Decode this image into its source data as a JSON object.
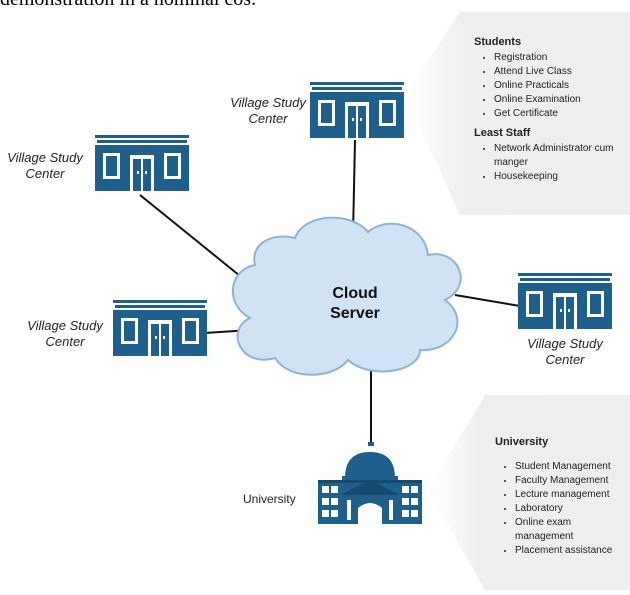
{
  "top_text": "demonstration in a nominal cos.",
  "center": {
    "title_line1": "Cloud",
    "title_line2": "Server"
  },
  "nodes": {
    "top": {
      "line1": "Village Study",
      "line2": "Center"
    },
    "left_upper": {
      "line1": "Village Study",
      "line2": "Center"
    },
    "left_lower": {
      "line1": "Village Study",
      "line2": "Center"
    },
    "right": {
      "line1": "Village Study",
      "line2": "Center"
    },
    "university": "University"
  },
  "students_panel": {
    "students_title": "Students",
    "students_items": [
      "Registration",
      "Attend Live Class",
      "Online Practicals",
      "Online Examination",
      "Get Certificate"
    ],
    "staff_title": "Least Staff",
    "staff_items": [
      "Network Administrator cum manger",
      "Housekeeping"
    ]
  },
  "university_panel": {
    "title": "University",
    "items": [
      "Student Management",
      "Faculty Management",
      "Lecture management",
      "Laboratory",
      "Online exam management",
      "Placement assistance"
    ]
  },
  "colors": {
    "building": "#1f5f8b",
    "building_dark": "#174a6d",
    "cloud_fill": "#cfe3f5",
    "cloud_stroke": "#8fb3d4",
    "panel_bg": "#f2f2f2",
    "line": "#111111"
  }
}
